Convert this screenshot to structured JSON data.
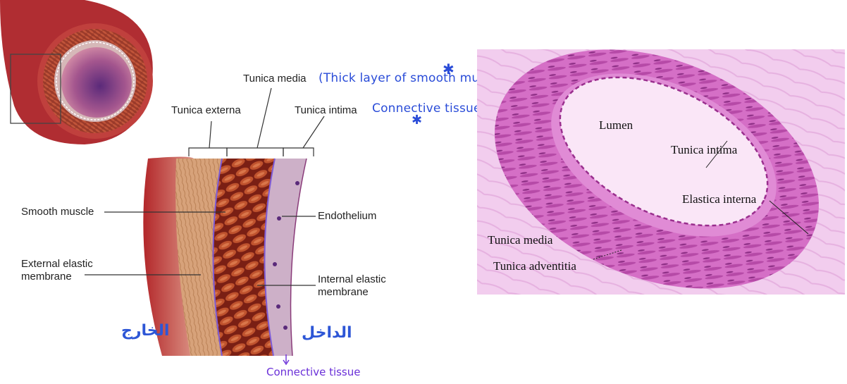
{
  "illustration": {
    "labels": {
      "tunica_externa": "Tunica externa",
      "tunica_media": "Tunica media",
      "tunica_intima": "Tunica intima",
      "smooth_muscle": "Smooth muscle",
      "endothelium": "Endothelium",
      "external_elastic_line1": "External elastic",
      "external_elastic_line2": "membrane",
      "internal_elastic_line1": "Internal elastic",
      "internal_elastic_line2": "membrane"
    }
  },
  "annotations": {
    "media_note": "(Thick layer of smooth muscle)",
    "intima_note": "Connective tissue + endothelium)",
    "outside_arabic": "الخارج",
    "inside_arabic": "الداخل",
    "bottom_note": "Connective tissue"
  },
  "histology": {
    "labels": {
      "lumen": "Lumen",
      "tunica_intima": "Tunica intima",
      "elastica_interna": "Elastica interna",
      "tunica_media": "Tunica media",
      "tunica_adventitia": "Tunica adventitia"
    }
  },
  "colors": {
    "handwriting_blue": "#2a4cd8",
    "arabic_blue": "#2d56d6",
    "purple_note": "#6a2fd8",
    "histology_pink": "#e8a9df",
    "muscle_red": "#a8382a"
  }
}
